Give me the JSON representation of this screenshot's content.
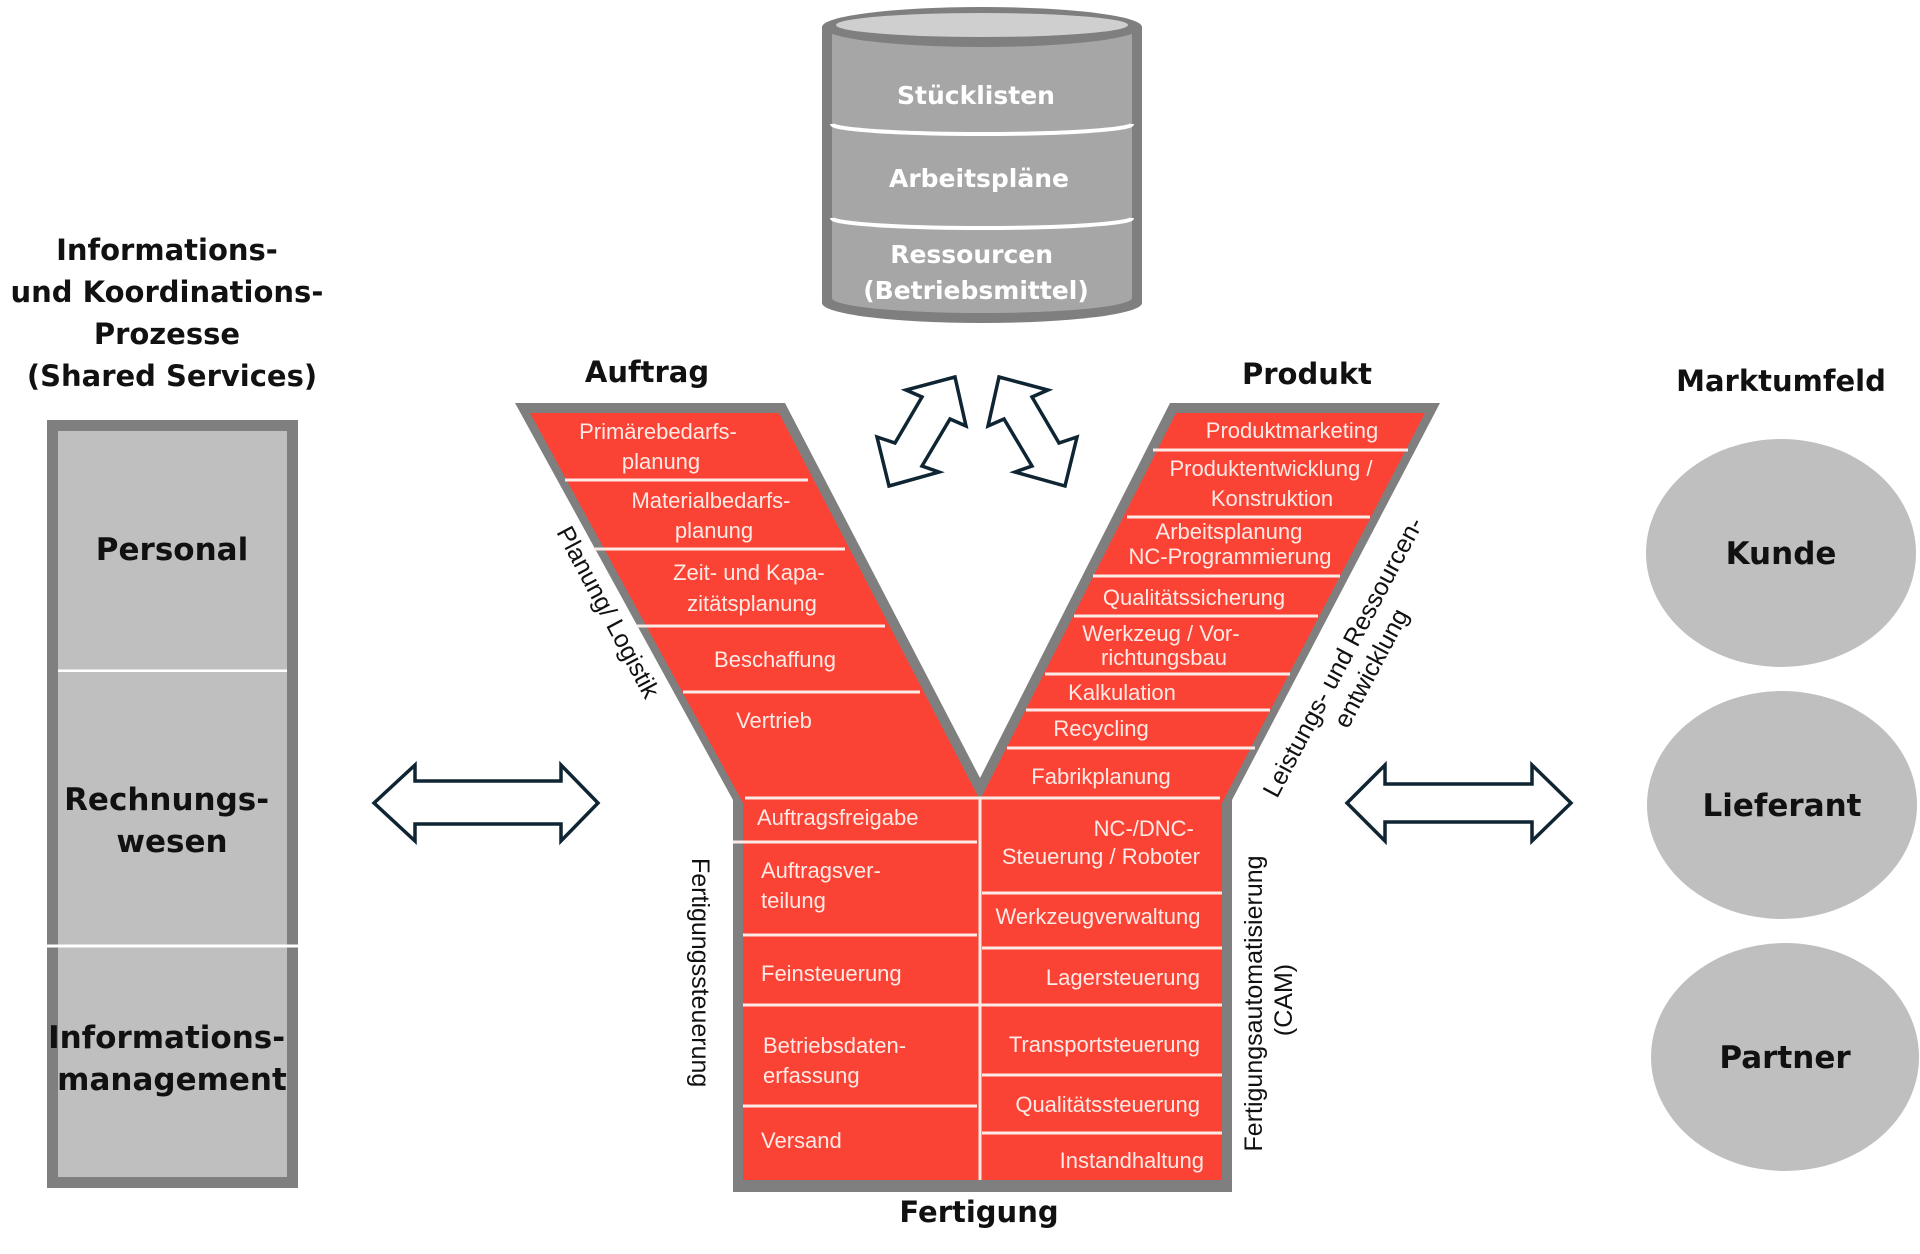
{
  "colors": {
    "red": "#fb4335",
    "outline_gray": "#7f7f7f",
    "fill_gray": "#bfbfbf",
    "cylinder_gray": "#a6a6a6",
    "arrow_stroke": "#0f2533",
    "text_dark": "#111111",
    "text_light": "#fde9e5"
  },
  "left_panel": {
    "heading": [
      "Informations-",
      "und Koordinations-",
      "Prozesse",
      "(Shared Services)"
    ],
    "sections": [
      {
        "lines": [
          "Personal"
        ]
      },
      {
        "lines": [
          "Rechnungs-",
          "wesen"
        ]
      },
      {
        "lines": [
          "Informations-",
          "management"
        ]
      }
    ]
  },
  "database": {
    "icon": "database-cylinder-icon",
    "layers": [
      {
        "lines": [
          "Stücklisten"
        ]
      },
      {
        "lines": [
          "Arbeitspläne"
        ]
      },
      {
        "lines": [
          "Ressourcen",
          "(Betriebsmittel)"
        ]
      }
    ]
  },
  "y_model": {
    "label_left_arm": "Auftrag",
    "label_right_arm": "Produkt",
    "label_bottom": "Fertigung",
    "side_label_left_arm": "Planung/ Logistik",
    "side_label_right_arm": [
      "Leistungs- und Ressourcen-",
      "entwicklung"
    ],
    "side_label_stem_left": "Fertigungssteuerung",
    "side_label_stem_right": [
      "Fertigungsautomatisierung",
      "(CAM)"
    ],
    "left_arm_items": [
      {
        "lines": [
          "Primärebedarfs-",
          "planung"
        ]
      },
      {
        "lines": [
          "Materialbedarfs-",
          "planung"
        ]
      },
      {
        "lines": [
          "Zeit- und Kapa-",
          "zitätsplanung"
        ]
      },
      {
        "lines": [
          "Beschaffung"
        ]
      },
      {
        "lines": [
          "Vertrieb"
        ]
      }
    ],
    "right_arm_items": [
      {
        "lines": [
          "Produktmarketing"
        ]
      },
      {
        "lines": [
          "Produktentwicklung /",
          "Konstruktion"
        ]
      },
      {
        "lines": [
          "Arbeitsplanung",
          "NC-Programmierung"
        ]
      },
      {
        "lines": [
          "Qualitätssicherung"
        ]
      },
      {
        "lines": [
          "Werkzeug / Vor-",
          "richtungsbau"
        ]
      },
      {
        "lines": [
          "Kalkulation"
        ]
      },
      {
        "lines": [
          "Recycling"
        ]
      },
      {
        "lines": [
          "Fabrikplanung"
        ]
      }
    ],
    "stem_left_items": [
      {
        "lines": [
          "Auftragsfreigabe"
        ]
      },
      {
        "lines": [
          "Auftragsver-",
          "teilung"
        ]
      },
      {
        "lines": [
          "Feinsteuerung"
        ]
      },
      {
        "lines": [
          "Betriebsdaten-",
          "erfassung"
        ]
      },
      {
        "lines": [
          "Versand"
        ]
      }
    ],
    "stem_right_items": [
      {
        "lines": [
          "NC-/DNC-",
          "Steuerung / Roboter"
        ]
      },
      {
        "lines": [
          "Werkzeugverwaltung"
        ]
      },
      {
        "lines": [
          "Lagersteuerung"
        ]
      },
      {
        "lines": [
          "Transportsteuerung"
        ]
      },
      {
        "lines": [
          "Qualitätssteuerung"
        ]
      },
      {
        "lines": [
          "Instandhaltung"
        ]
      }
    ]
  },
  "arrows": {
    "left_to_y": "double-arrow-horizontal-icon",
    "y_to_market": "double-arrow-horizontal-icon",
    "db_exchange_left": "double-arrow-diagonal-icon",
    "db_exchange_right": "double-arrow-diagonal-icon"
  },
  "market": {
    "heading": "Marktumfeld",
    "entities": [
      {
        "label": "Kunde"
      },
      {
        "label": "Lieferant"
      },
      {
        "label": "Partner"
      }
    ]
  }
}
